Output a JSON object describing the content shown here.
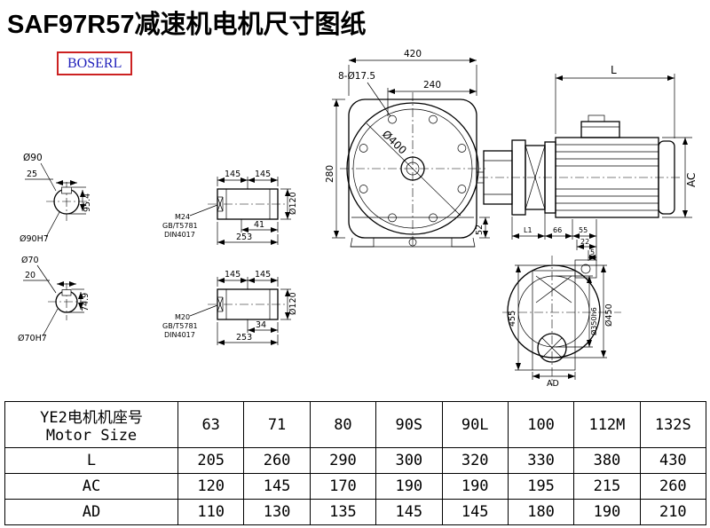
{
  "page": {
    "title": "SAF97R57减速机电机尺寸图纸",
    "logo": "BOSERL"
  },
  "drawing": {
    "shaft90": {
      "dia": "Ø90",
      "key": "25",
      "height": "95.4",
      "fit": "Ø90H7"
    },
    "shaft70": {
      "dia": "Ø70",
      "key": "20",
      "height": "74.9",
      "fit": "Ø70H7"
    },
    "side_shaft": {
      "len": "145",
      "dia": "Ø120",
      "total": "253",
      "thread_a": "M24",
      "thread_b": "M20",
      "std1": "GB/T5781",
      "std2": "DIN4017",
      "key_a": "41",
      "key_b": "34"
    },
    "front": {
      "width": "420",
      "holes": "8-Ø17.5",
      "depth": "240",
      "bolt_circle": "Ø400",
      "height": "280",
      "foot": "52"
    },
    "motor": {
      "length": "L",
      "height": "AC",
      "l1": "L1",
      "d66": "66",
      "d55": "55",
      "d22": "22",
      "d5": "5"
    },
    "flange": {
      "height": "455",
      "spigot": "Ø350h6",
      "dia": "Ø450",
      "ad": "AD"
    }
  },
  "table": {
    "header_cn": "YE2电机机座号",
    "header_en": "Motor Size",
    "sizes": [
      "63",
      "71",
      "80",
      "90S",
      "90L",
      "100",
      "112M",
      "132S"
    ],
    "rows": [
      {
        "label": "L",
        "values": [
          "205",
          "260",
          "290",
          "300",
          "320",
          "330",
          "380",
          "430"
        ]
      },
      {
        "label": "AC",
        "values": [
          "120",
          "145",
          "170",
          "190",
          "190",
          "195",
          "215",
          "260"
        ]
      },
      {
        "label": "AD",
        "values": [
          "110",
          "130",
          "135",
          "145",
          "145",
          "180",
          "190",
          "210"
        ]
      }
    ]
  }
}
